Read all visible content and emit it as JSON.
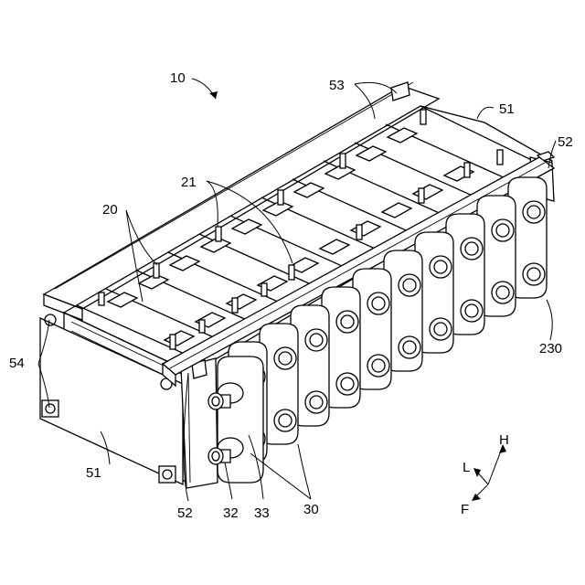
{
  "figure": {
    "ref_labels": {
      "assembly": "10",
      "cells": "20",
      "electrode_terminals": "21",
      "cell_230": "230",
      "bus_bars": "30",
      "bolt": "32",
      "nut": "33",
      "end_plate_top": "51",
      "end_plate_bottom": "51",
      "side_plate_right": "52",
      "side_plate_left": "52",
      "binding_bars": "53",
      "fasteners": "54"
    },
    "axes": {
      "height": "H",
      "length": "L",
      "front": "F"
    }
  }
}
